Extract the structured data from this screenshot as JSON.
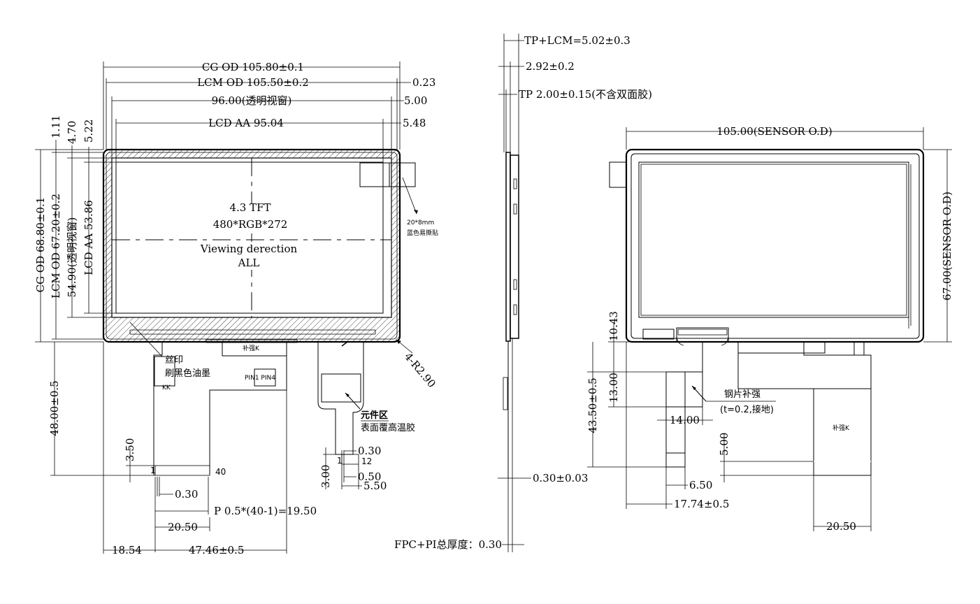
{
  "front": {
    "panel_line1": "4.3 TFT",
    "panel_line2": "480*RGB*272",
    "view_line1": "Viewing derection",
    "view_line2": "ALL",
    "dims": {
      "cg_od_w": "CG OD 105.80±0.1",
      "lcm_od_w": "LCM OD 105.50±0.2",
      "edge_023": "0.23",
      "window_w": "96.00(透明视窗)",
      "edge_500": "5.00",
      "lcd_aa_w": "LCD AA 95.04",
      "edge_548": "5.48",
      "v_111": "1.11",
      "v_470": "4.70",
      "v_522": "5.22",
      "cg_od_h": "CG OD 68.80±0.1",
      "lcm_od_h": "LCM OD 67.20±0.2",
      "window_h": "54.90(透明视窗)",
      "lcd_aa_h": "LCD AA 53.86",
      "fpc_len": "48.00±0.5",
      "pin_h": "3.50",
      "pitch_030": "0.30",
      "pitch_calc": "P 0.5*(40-1)=19.50",
      "fpc_w": "20.50",
      "offset_left": "18.54",
      "offset_fpc": "47.46±0.5",
      "radius": "4-R2.90",
      "pin_first": "1",
      "pin_last": "40",
      "tp_pin_1": "1",
      "tp_pin_12": "12",
      "tp_030": "0.30",
      "tp_050": "0.50",
      "tp_550": "5.50",
      "tp_300": "3.00"
    },
    "notes": {
      "tape_size": "20*8mm",
      "tape_desc": "蓝色易撕贴",
      "ink_a": "丝印",
      "ink_b": "刷黑色油墨",
      "kk": "KK",
      "comp_title": "元件区",
      "comp_desc": "表面覆高温胶",
      "stiff_tag": "补强K",
      "chip_tag": "PIN1 PIN4"
    }
  },
  "side": {
    "tp_lcm": "TP+LCM=5.02±0.3",
    "lcm_t": "2.92±0.2",
    "tp_t": "TP  2.00±0.15(不含双面胶)",
    "fpc_t": "0.30±0.03",
    "total_t": "FPC+PI总厚度：0.30"
  },
  "back": {
    "sensor_w": "105.00(SENSOR O.D)",
    "sensor_h": "67.00(SENSOR O.D)",
    "v_1043": "10.43",
    "fpc_len": "43.50±0.5",
    "v_1300": "13.00",
    "w_1400": "14.00",
    "w_650": "6.50",
    "w_1774": "17.74±0.5",
    "v_500": "5.00",
    "w_2050": "20.50",
    "steel_title": "钢片补强",
    "steel_desc": "(t=0.2,接地)",
    "stiff_tag": "补强K"
  }
}
